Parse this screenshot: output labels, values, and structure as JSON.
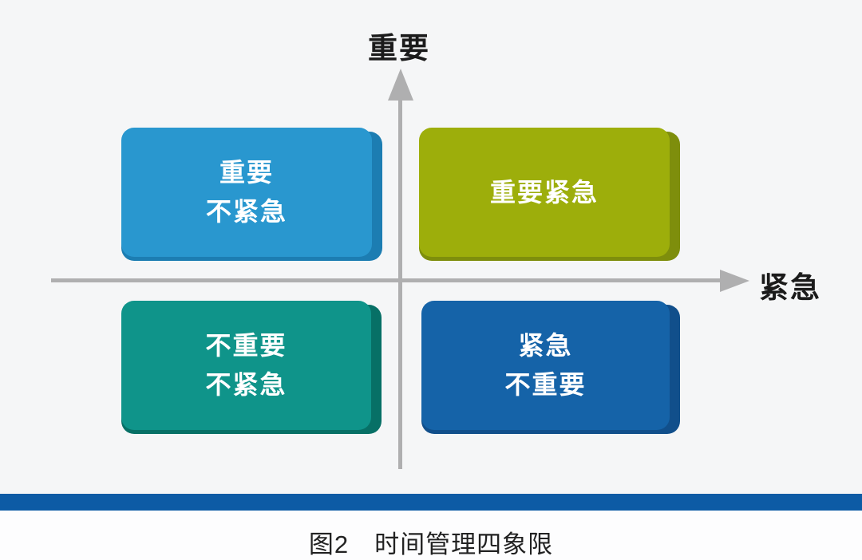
{
  "page": {
    "background_top": "#F5F6F7",
    "background_bottom": "#FDFDFE",
    "axis_line_color": "#AFAFB0"
  },
  "axes": {
    "y_label": "重要",
    "x_label": "紧急"
  },
  "quadrants": {
    "top_left": {
      "line1": "重要",
      "line2": "不紧急",
      "fill": "#2997CF",
      "edge": "#1C7DB2"
    },
    "top_right": {
      "line1": "重要紧急",
      "line2": "",
      "fill": "#9DAE0B",
      "edge": "#7E8E0C"
    },
    "bottom_left": {
      "line1": "不重要",
      "line2": "不紧急",
      "fill": "#0F948A",
      "edge": "#077066"
    },
    "bottom_right": {
      "line1": "紧急",
      "line2": "不重要",
      "fill": "#1563A8",
      "edge": "#114F8B"
    }
  },
  "divider_bar_color": "#0D5BA5",
  "caption": {
    "figure_label": "图2",
    "title": "时间管理四象限"
  }
}
